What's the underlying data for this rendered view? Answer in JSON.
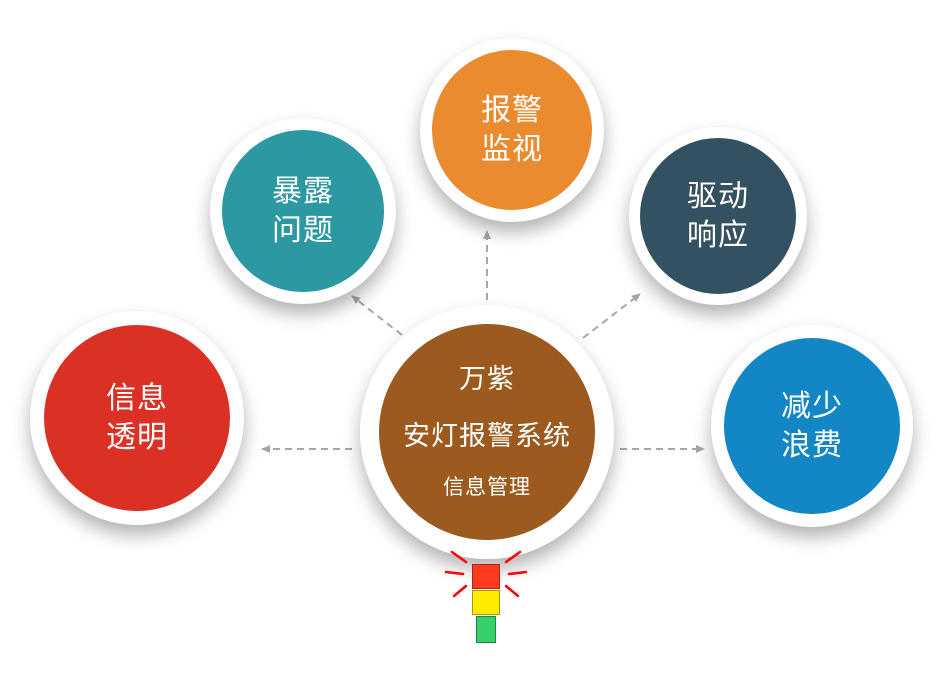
{
  "center": {
    "line1": "万紫",
    "line2": "安灯报警系统",
    "line3": "信息管理",
    "color": "#9C5A1E"
  },
  "nodes": [
    {
      "name": "information-transparency",
      "line1": "信息",
      "line2": "透明",
      "color": "#DB3125"
    },
    {
      "name": "expose-problems",
      "line1": "暴露",
      "line2": "问题",
      "color": "#2B98A2"
    },
    {
      "name": "alarm-monitoring",
      "line1": "报警",
      "line2": "监视",
      "color": "#E98B2E"
    },
    {
      "name": "drive-response",
      "line1": "驱动",
      "line2": "响应",
      "color": "#335160"
    },
    {
      "name": "reduce-waste",
      "line1": "减少",
      "line2": "浪费",
      "color": "#1386C5"
    }
  ],
  "arrow_color": "#A6A6A6",
  "andon": {
    "red": "#FF3A1F",
    "yellow": "#FFEB00",
    "green": "#35D06A",
    "ray_color": "#FF0000"
  }
}
